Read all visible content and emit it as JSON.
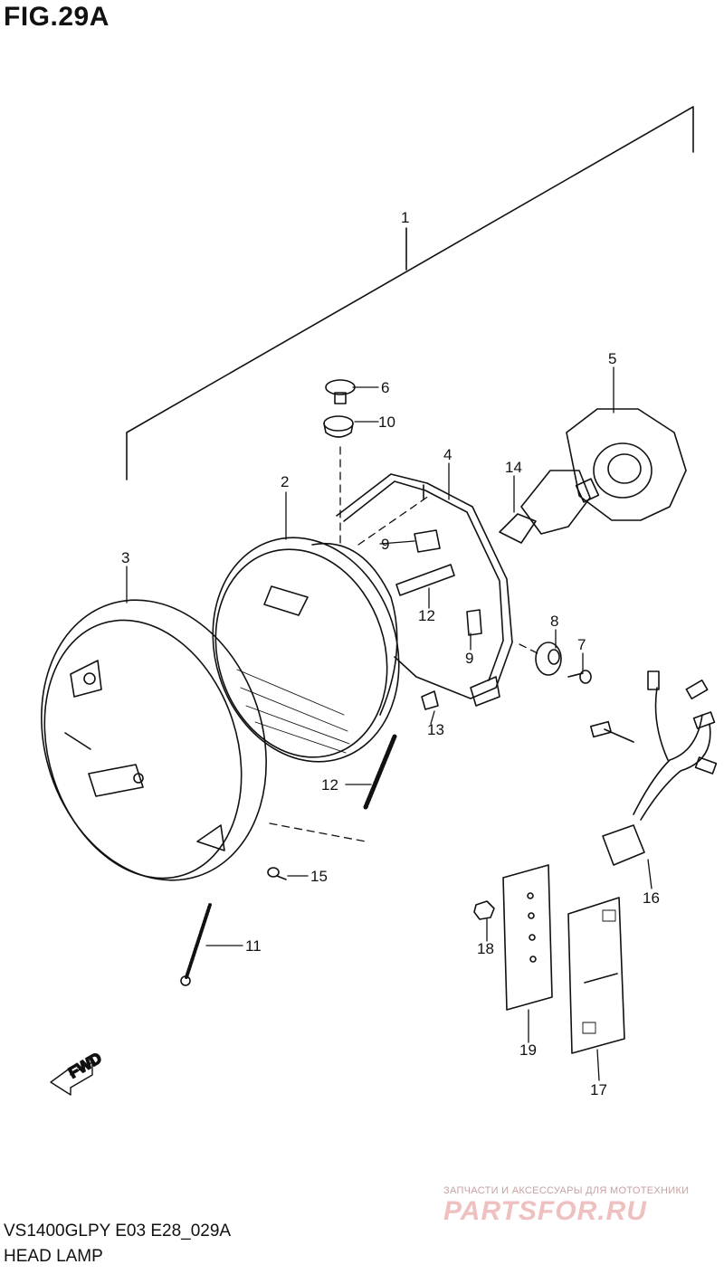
{
  "figure": {
    "title": "FIG.29A"
  },
  "footer": {
    "model": "VS1400GLPY E03 E28_029A",
    "section": "HEAD LAMP"
  },
  "watermark": {
    "caption": "ЗАПЧАСТИ И АКСЕССУАРЫ ДЛЯ МОТОТЕХНИКИ",
    "logo": "PARTSFOR.RU"
  },
  "fwd_label": "FWD",
  "callouts": {
    "c1": "1",
    "c2": "2",
    "c3": "3",
    "c4": "4",
    "c5": "5",
    "c6": "6",
    "c7": "7",
    "c8": "8",
    "c9a": "9",
    "c9b": "9",
    "c10": "10",
    "c11": "11",
    "c12a": "12",
    "c12b": "12",
    "c13": "13",
    "c14": "14",
    "c15": "15",
    "c16": "16",
    "c17": "17",
    "c18": "18",
    "c19": "19"
  },
  "colors": {
    "ink": "#111111",
    "watermark": "#efc0c0"
  }
}
